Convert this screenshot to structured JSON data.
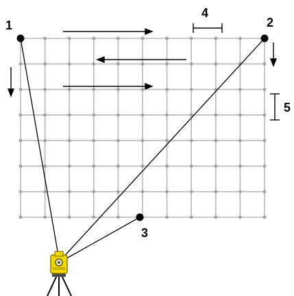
{
  "labels": {
    "corner_1": "1",
    "corner_2": "2",
    "extra_point_3": "3",
    "horizontal_spacing_4": "4",
    "vertical_spacing_5": "5"
  },
  "grid": {
    "columns": 10,
    "rows": 7
  },
  "colors": {
    "grid_line": "#b8b8b8",
    "grid_dot": "#a0a0a0",
    "ink": "#000000",
    "instrument_body": "#f0d800",
    "instrument_shadow": "#8a7a00",
    "tripod": "#000000"
  },
  "icons": {
    "instrument": "total-station-icon",
    "tripod": "tripod-icon"
  }
}
